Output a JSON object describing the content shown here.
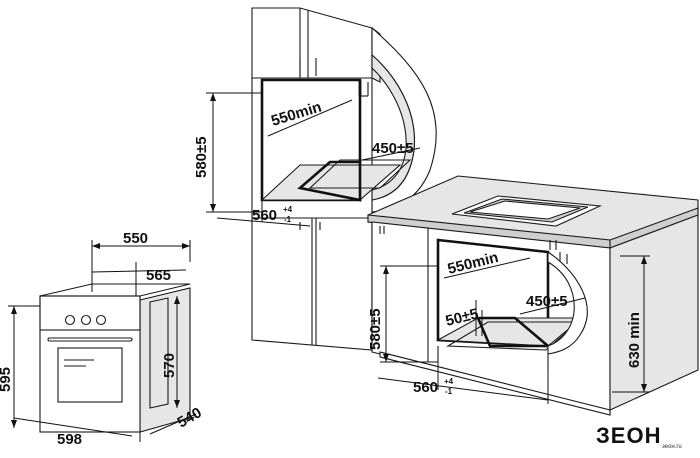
{
  "dimensions": {
    "oven_width": "550",
    "oven_depth_top": "565",
    "oven_height_total": "595",
    "oven_height_body": "570",
    "oven_front_width": "598",
    "oven_side_depth": "540",
    "upper_niche_width": "550min",
    "upper_niche_depth": "450±5",
    "upper_niche_height": "580±5",
    "upper_niche_front": "560",
    "upper_niche_front_tol_plus": "+4",
    "upper_niche_front_tol_minus": "-1",
    "lower_niche_width": "550min",
    "lower_niche_depth": "450±5",
    "lower_niche_gap": "50±5",
    "lower_niche_height": "580±5",
    "lower_niche_front": "560",
    "lower_niche_front_tol_plus": "+4",
    "lower_niche_front_tol_minus": "-1",
    "counter_height": "630 min"
  },
  "brand": {
    "logo": "ЗЕОН",
    "logo_small": "зеон.ru"
  }
}
